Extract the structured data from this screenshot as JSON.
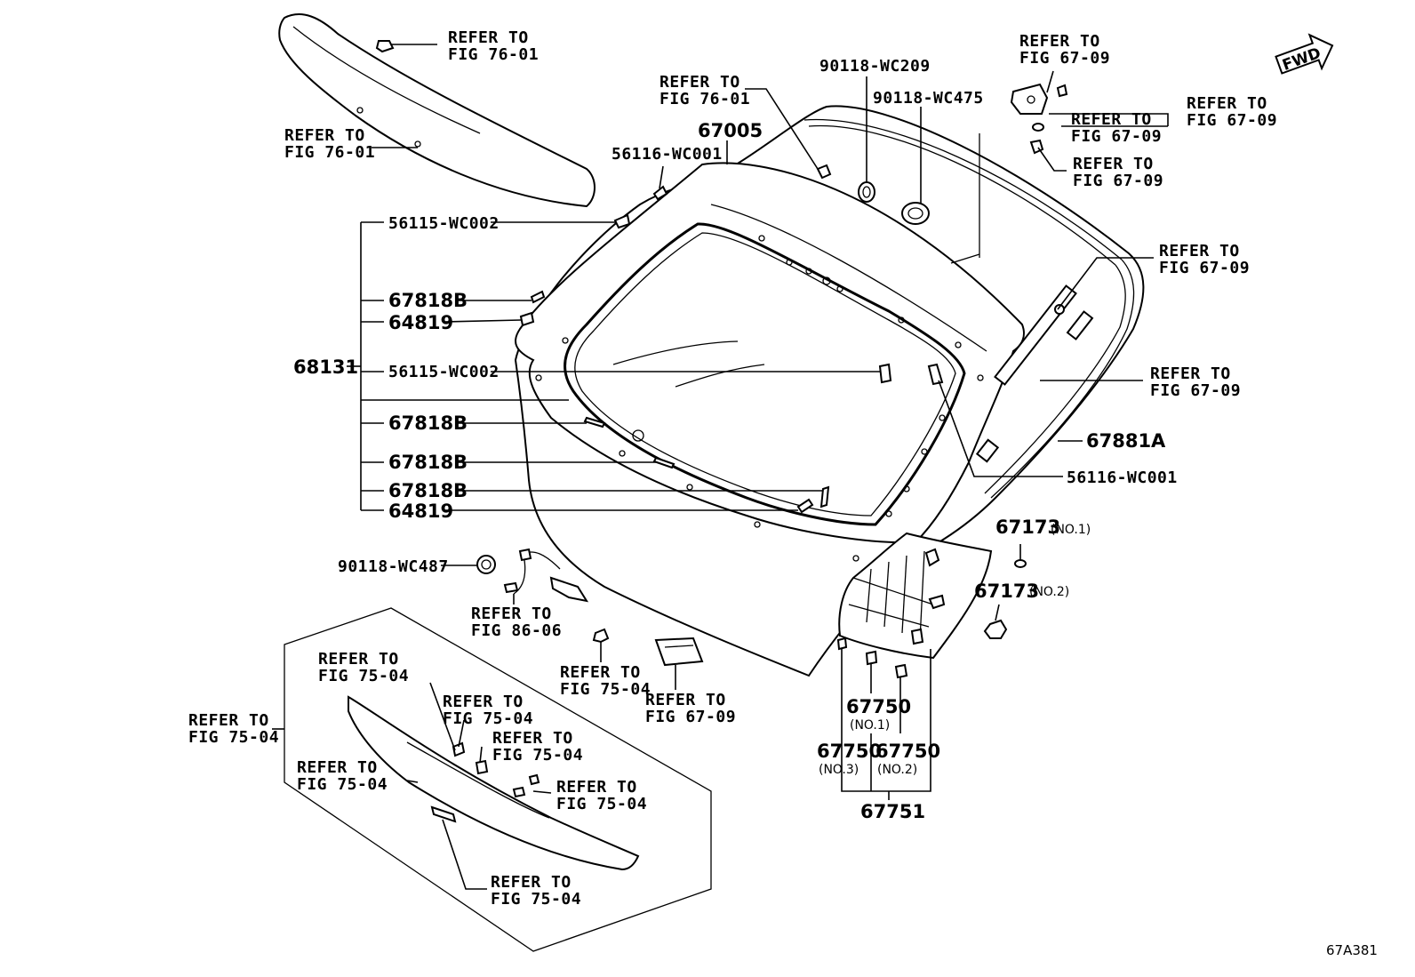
{
  "figure_id": "67A381",
  "fwd_label": "FWD",
  "refer": {
    "spoiler_top": "REFER TO\nFIG 76-01",
    "spoiler_left": "REFER TO\nFIG 76-01",
    "grommet_76": "REFER TO\nFIG 76-01",
    "hinge_top": "REFER TO\nFIG 67-09",
    "hinge_right": "REFER TO\nFIG 67-09",
    "hinge_washer": "REFER TO\nFIG 67-09",
    "hinge_nut": "REFER TO\nFIG 67-09",
    "stay_upper": "REFER TO\nFIG 67-09",
    "stay_lower": "REFER TO\nFIG 67-09",
    "harness": "REFER TO\nFIG 86-06",
    "lamp_grommet": "REFER TO\nFIG 75-04",
    "lamp_unit": "REFER TO\nFIG 67-09",
    "box_outer": "REFER TO\nFIG 75-04",
    "box_1": "REFER TO\nFIG 75-04",
    "box_2": "REFER TO\nFIG 75-04",
    "box_3": "REFER TO\nFIG 75-04",
    "box_4": "REFER TO\nFIG 75-04",
    "box_5": "REFER TO\nFIG 75-04",
    "box_6": "REFER TO\nFIG 75-04"
  },
  "parts": {
    "p67005": "67005",
    "p56116_top": "56116-WC001",
    "p56116_right": "56116-WC001",
    "p90118_209": "90118-WC209",
    "p90118_475": "90118-WC475",
    "p90118_487": "90118-WC487",
    "p56115_a": "56115-WC002",
    "p56115_b": "56115-WC002",
    "p67818b_1": "67818B",
    "p67818b_2": "67818B",
    "p67818b_3": "67818B",
    "p67818b_4": "67818B",
    "p64819_1": "64819",
    "p64819_2": "64819",
    "p68131": "68131",
    "p67881a": "67881A",
    "p67173_1": "67173",
    "p67173_1_note": "(NO.1)",
    "p67173_2": "67173",
    "p67173_2_note": "(NO.2)",
    "p67750_1": "67750",
    "p67750_1_note": "(NO.1)",
    "p67750_2": "67750",
    "p67750_2_note": "(NO.2)",
    "p67750_3": "67750",
    "p67750_3_note": "(NO.3)",
    "p67751": "67751"
  }
}
